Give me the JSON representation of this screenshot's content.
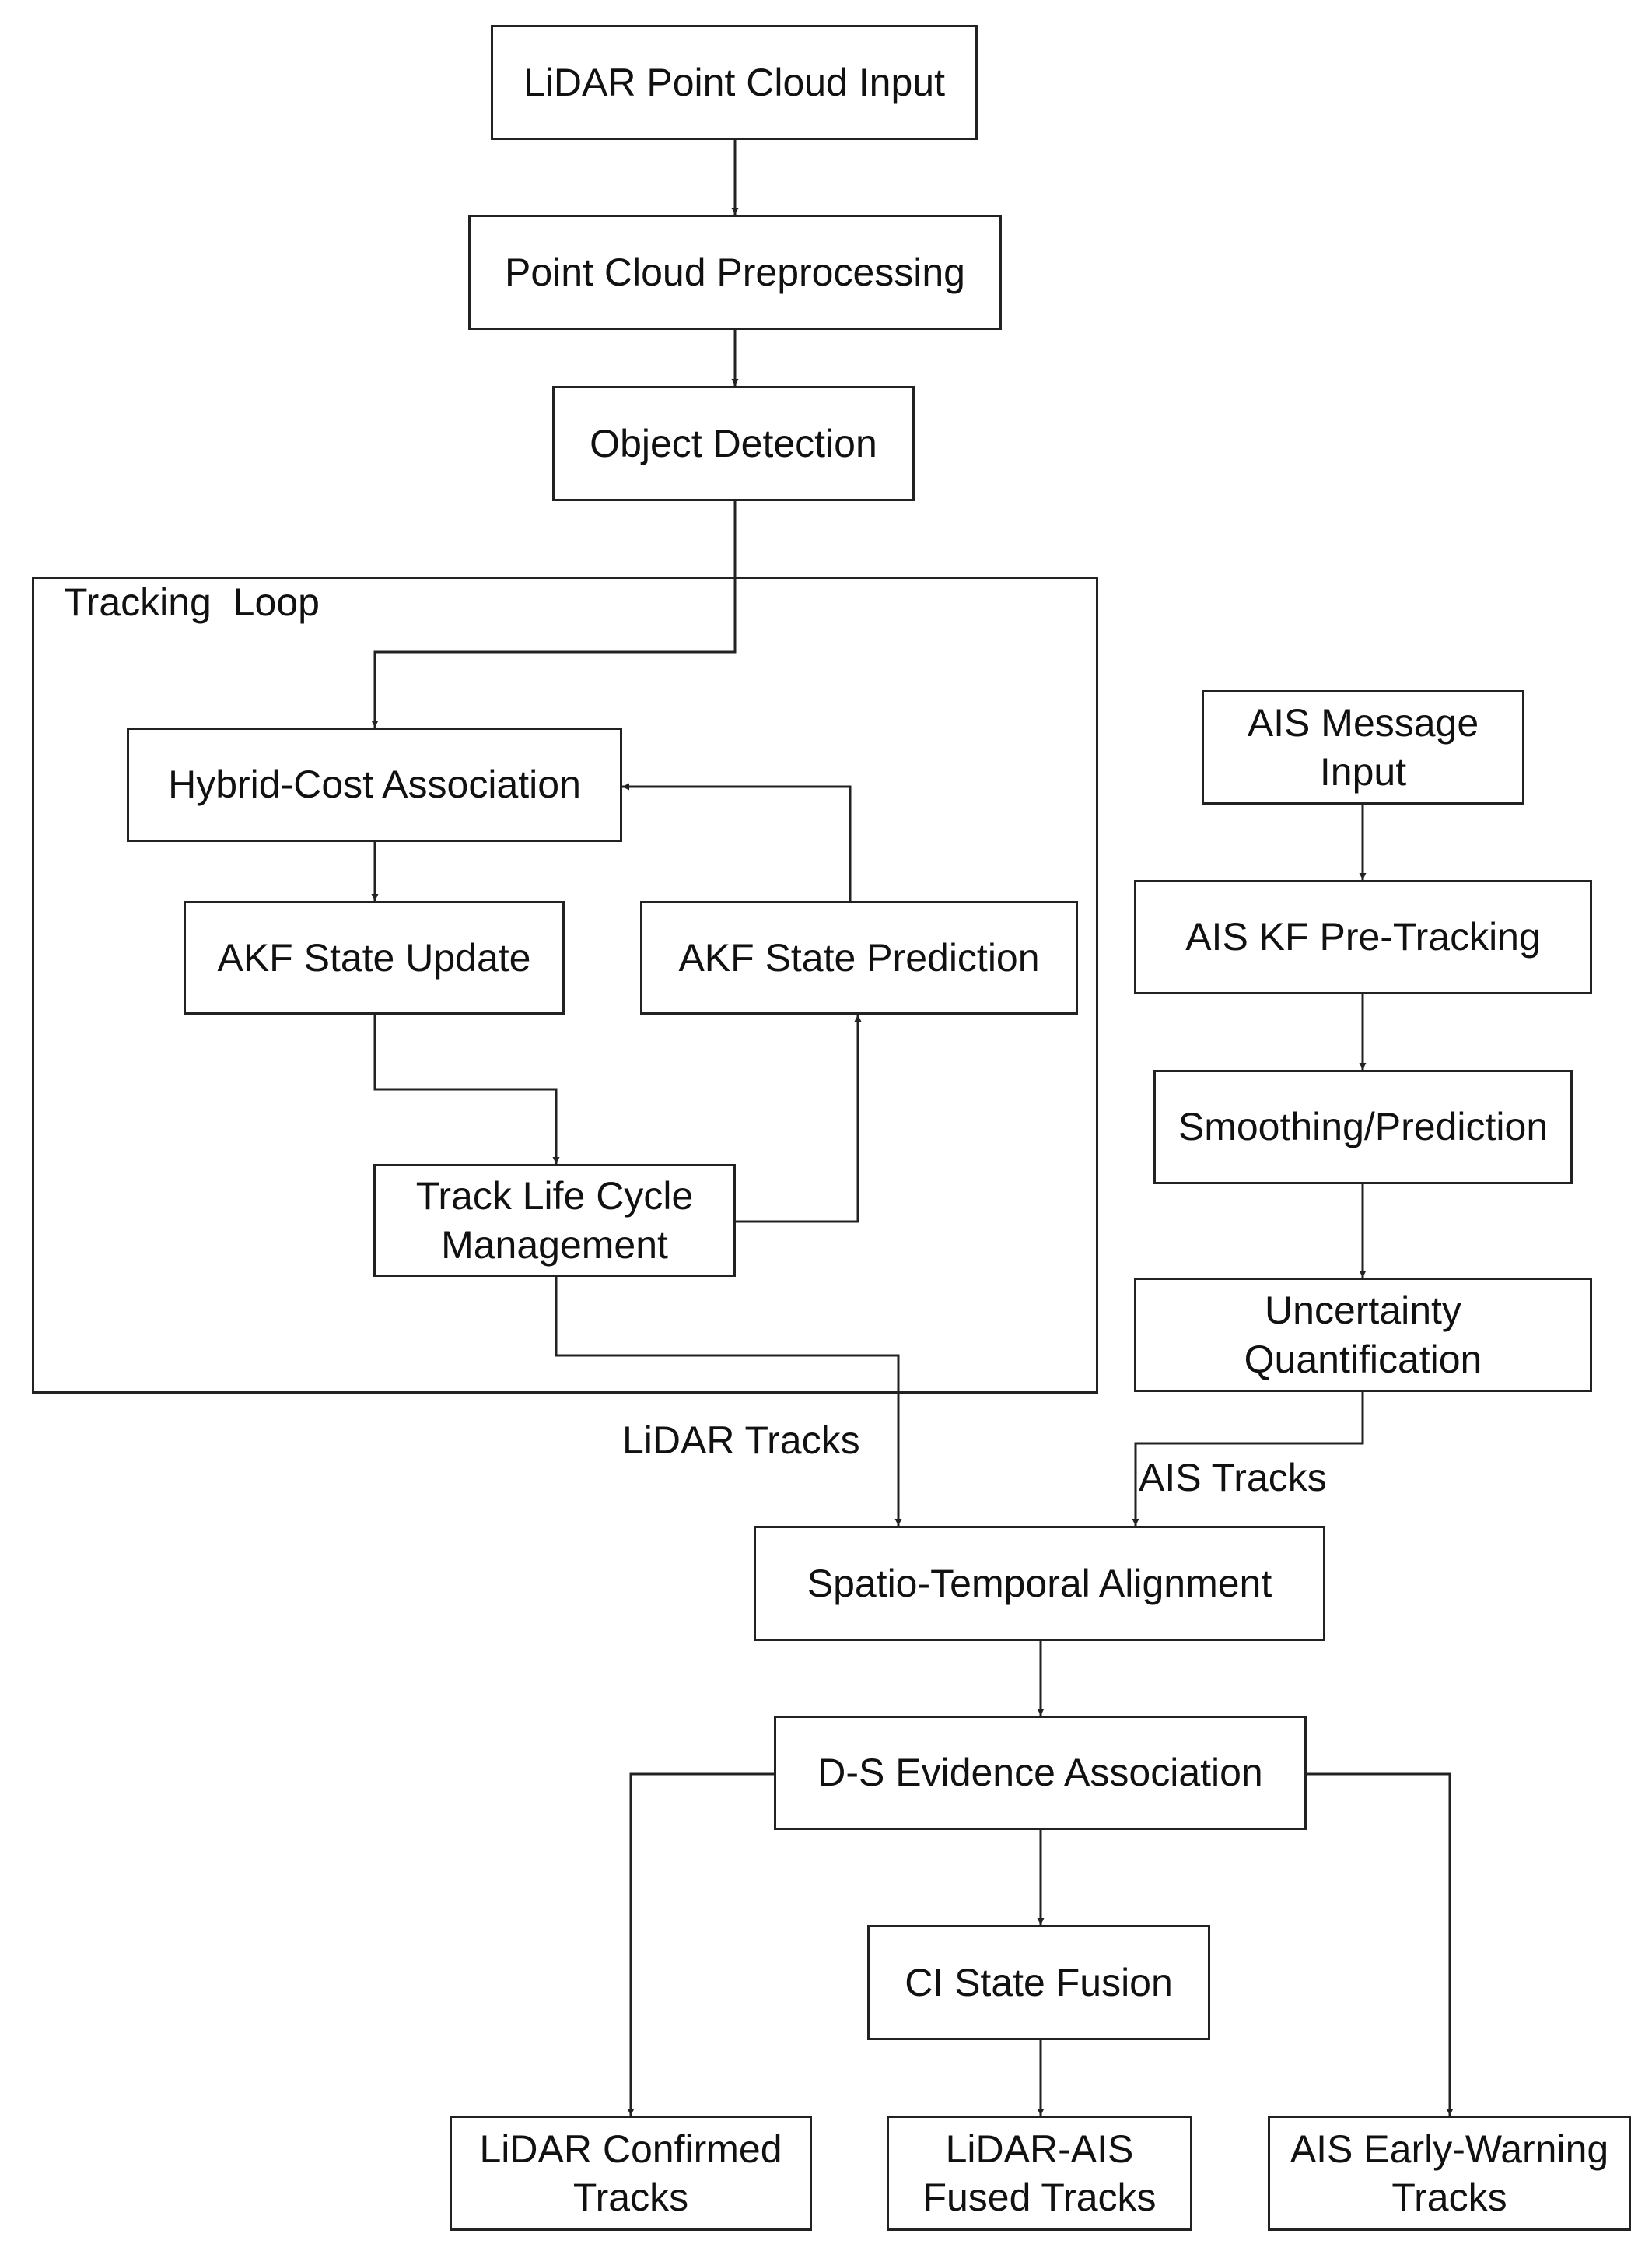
{
  "nodes": {
    "lidar_input": "LiDAR Point Cloud Input",
    "preprocessing": "Point Cloud Preprocessing",
    "object_detection": "Object Detection",
    "hybrid_cost": "Hybrid-Cost Association",
    "akf_update": "AKF State Update",
    "akf_prediction": "AKF State Prediction",
    "track_lifecycle": "Track Life Cycle Management",
    "ais_input": "AIS Message Input",
    "ais_kf": "AIS KF Pre-Tracking",
    "smoothing": "Smoothing/Prediction",
    "uncertainty": "Uncertainty Quantification",
    "alignment": "Spatio-Temporal Alignment",
    "ds_association": "D-S Evidence Association",
    "ci_fusion": "CI State Fusion",
    "lidar_confirmed": "LiDAR Confirmed Tracks",
    "fused_tracks": "LiDAR-AIS Fused Tracks",
    "ais_warning": "AIS Early-Warning Tracks"
  },
  "labels": {
    "tracking_loop": "Tracking  Loop",
    "lidar_tracks": "LiDAR Tracks",
    "ais_tracks": "AIS Tracks"
  }
}
